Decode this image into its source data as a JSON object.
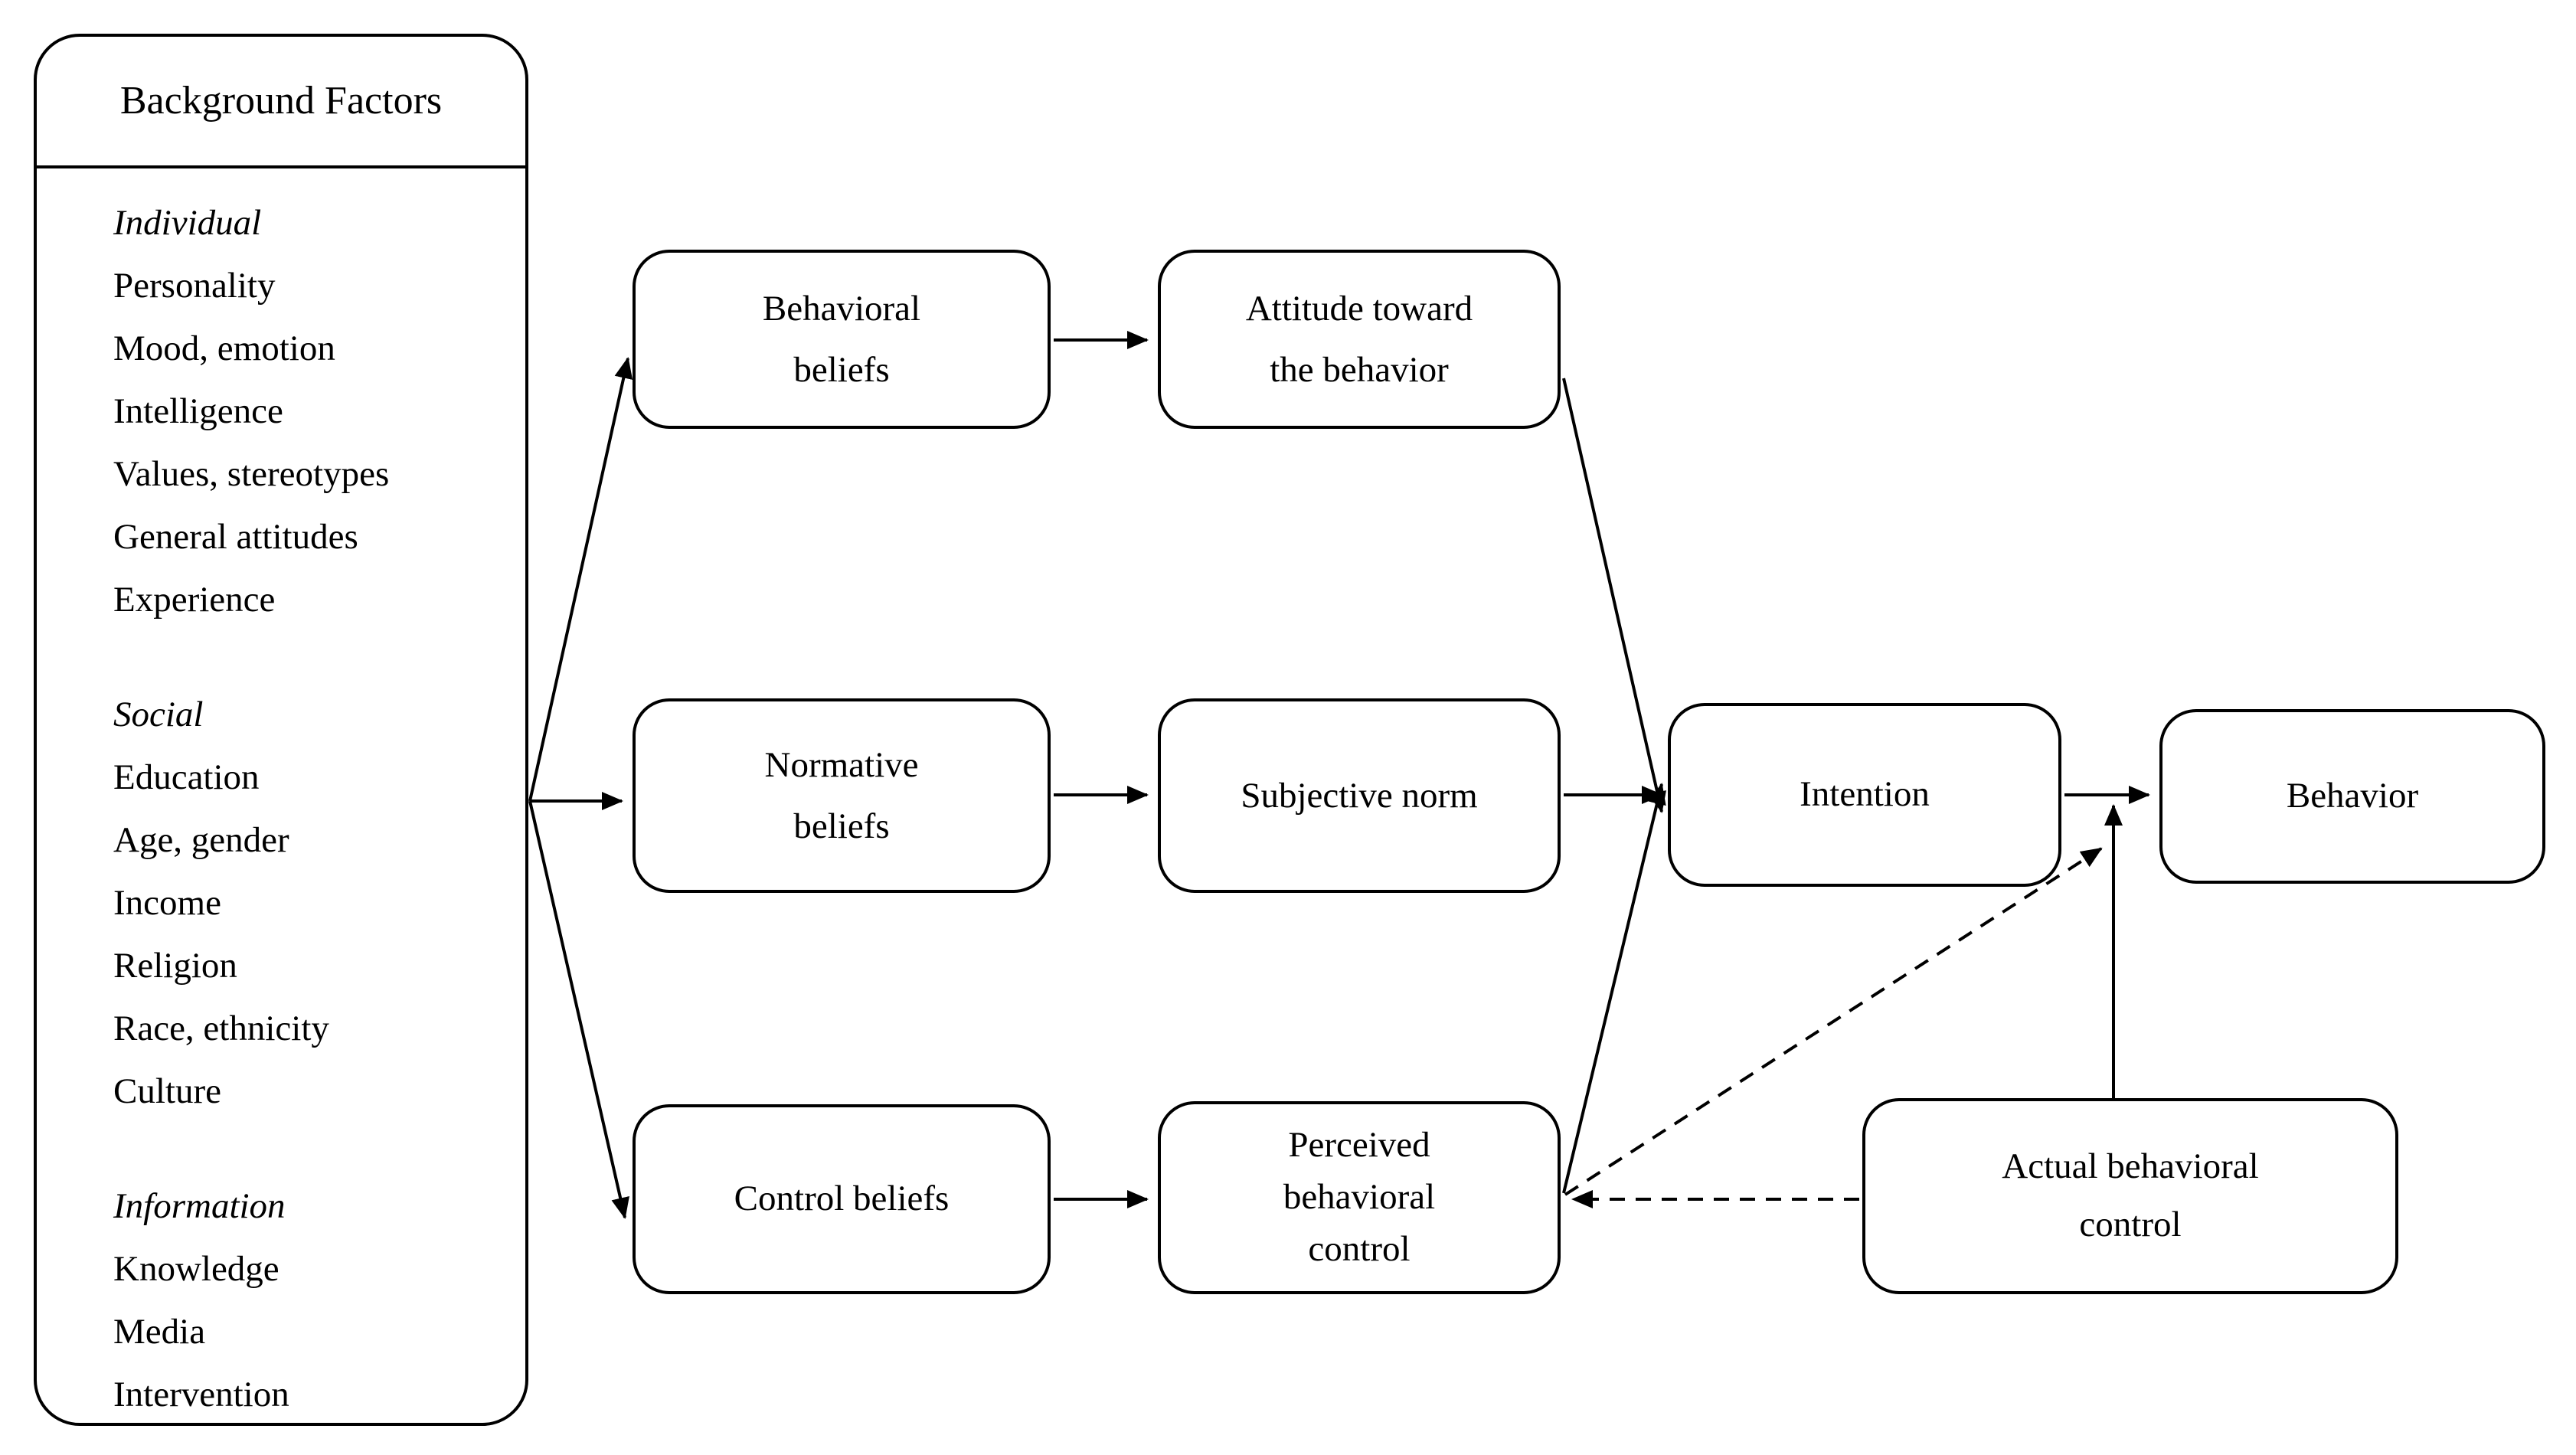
{
  "background_factors": {
    "title": "Background Factors",
    "sections": [
      {
        "heading": "Individual",
        "items": [
          "Personality",
          "Mood, emotion",
          "Intelligence",
          "Values, stereotypes",
          "General attitudes",
          "Experience"
        ]
      },
      {
        "heading": "Social",
        "items": [
          "Education",
          "Age, gender",
          "Income",
          "Religion",
          "Race, ethnicity",
          "Culture"
        ]
      },
      {
        "heading": "Information",
        "items": [
          "Knowledge",
          "Media",
          "Intervention"
        ]
      }
    ]
  },
  "nodes": {
    "behavioral_beliefs": {
      "lines": [
        "Behavioral",
        "beliefs"
      ]
    },
    "attitude_toward_behavior": {
      "lines": [
        "Attitude toward",
        "the behavior"
      ]
    },
    "normative_beliefs": {
      "lines": [
        "Normative",
        "beliefs"
      ]
    },
    "subjective_norm": {
      "lines": [
        "Subjective norm"
      ]
    },
    "control_beliefs": {
      "lines": [
        "Control beliefs"
      ]
    },
    "perceived_behavioral_control": {
      "lines": [
        "Perceived",
        "behavioral",
        "control"
      ]
    },
    "intention": {
      "lines": [
        "Intention"
      ]
    },
    "behavior": {
      "lines": [
        "Behavior"
      ]
    },
    "actual_behavioral_control": {
      "lines": [
        "Actual behavioral",
        "control"
      ]
    }
  },
  "edges": [
    {
      "from": "background-factors",
      "to": "behavioral-beliefs",
      "style": "solid"
    },
    {
      "from": "background-factors",
      "to": "normative-beliefs",
      "style": "solid"
    },
    {
      "from": "background-factors",
      "to": "control-beliefs",
      "style": "solid"
    },
    {
      "from": "behavioral-beliefs",
      "to": "attitude-toward-the-behavior",
      "style": "solid"
    },
    {
      "from": "normative-beliefs",
      "to": "subjective-norm",
      "style": "solid"
    },
    {
      "from": "control-beliefs",
      "to": "perceived-behavioral-control",
      "style": "solid"
    },
    {
      "from": "attitude-toward-the-behavior",
      "to": "intention",
      "style": "solid"
    },
    {
      "from": "subjective-norm",
      "to": "intention",
      "style": "solid"
    },
    {
      "from": "perceived-behavioral-control",
      "to": "intention",
      "style": "solid"
    },
    {
      "from": "intention",
      "to": "behavior",
      "style": "solid"
    },
    {
      "from": "actual-behavioral-control",
      "to": "intention-behavior-link",
      "style": "solid"
    },
    {
      "from": "perceived-behavioral-control",
      "to": "intention-behavior-link",
      "style": "dashed"
    },
    {
      "from": "actual-behavioral-control",
      "to": "perceived-behavioral-control",
      "style": "dashed"
    }
  ],
  "colors": {
    "ink": "#000000",
    "paper": "#ffffff"
  }
}
